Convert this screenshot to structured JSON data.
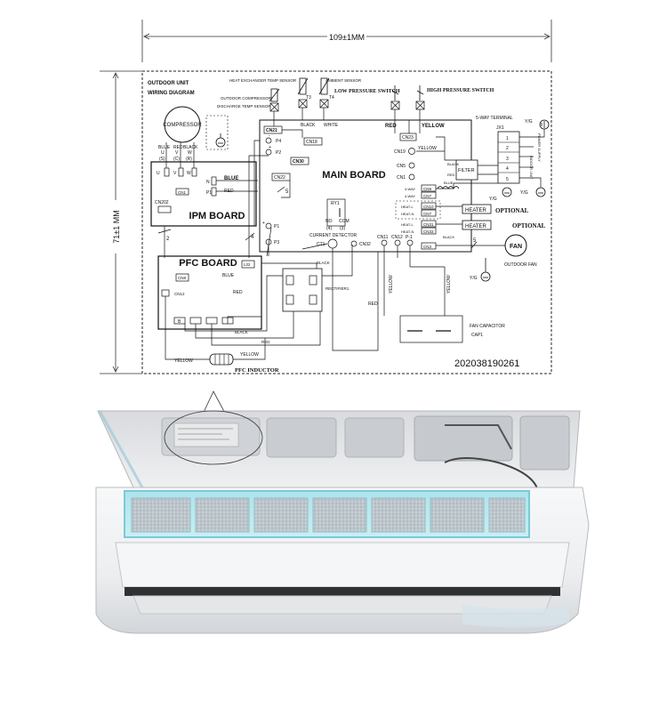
{
  "dimensions": {
    "width": "109±1MM",
    "height": "71±1 MM"
  },
  "diagram": {
    "title_line1": "OUTDOOR UNIT",
    "title_line2": "WIRING DIAGRAM",
    "serial": "202038190261",
    "labels": {
      "heat_exchanger": "HEAT EXCHANGER TEMP SENSOR",
      "ambient": "AMBIENT SENSOR",
      "discharge_1": "OUTDOOR COMPRESSOR",
      "discharge_2": "DISCHARGE TEMP SENSOR",
      "t3": "T3",
      "t4": "T4",
      "low_pressure": "LOW PRESSURE SWITCH",
      "high_pressure": "HIGH PRESSURE SWITCH",
      "compressor": "COMPRESSOR",
      "black": "BLACK",
      "white": "WHITE",
      "red": "RED",
      "yellow": "YELLOW",
      "blue": "BLUE",
      "terminal": "5-WAY TERMINAL",
      "jx1": "JX1",
      "yg": "Y/G",
      "power_supply": "POWER SUPPLY",
      "indoor_unit": "INDOOR UNIT",
      "main_board": "MAIN BOARD",
      "ipm_board": "IPM BOARD",
      "pfc_board": "PFC BOARD",
      "pfc_inductor": "PFC INDUCTOR",
      "rectifier": "RECTIFIER1",
      "current_detector": "CURRENT DETECTOR",
      "filter": "FILTER",
      "heater": "HEATER",
      "optional": "OPTIONAL",
      "fan": "FAN",
      "outdoor_fan": "OUTDOOR FAN",
      "fan_capacitor_1": "FAN CAPACITOR",
      "fan_capacitor_2": "CAP1",
      "ry1": "RY1",
      "no": "NO",
      "com": "COM",
      "no_pin": "(4)",
      "com_pin": "(3)",
      "p4": "P4",
      "p2": "P2",
      "p1": "P1",
      "p3": "P3",
      "cn21": "CN21",
      "cn18": "CN18",
      "cn23": "CN23",
      "cn30": "CN30",
      "cn22": "CN22",
      "cn19": "CN19",
      "cn5": "CN5",
      "cn1_main": "CN1",
      "cn9": "CN9",
      "cn7a": "CN7",
      "cn10": "CN10",
      "cn7b": "CN7",
      "cn31": "CN31",
      "cn33": "CN33",
      "cn3": "CN3",
      "cn11": "CN11",
      "cn12": "CN12",
      "p_1": "P-1",
      "ct1": "CT1",
      "cn32": "CN32",
      "cn202": "CN202",
      "cn1_ipm": "CN1",
      "cn8": "CN8",
      "cn12_pfc": "CN12",
      "l02": "L02",
      "four_way_1": "4-WAY",
      "four_way_2": "4-WAY",
      "heat_l1": "HEAT-L",
      "heat_n1": "HEAT-N",
      "heat_l2": "HEAT-L",
      "heat_n2": "HEAT-N",
      "u": "U",
      "v": "V",
      "w": "W",
      "us": "(S)",
      "vc": "(C)",
      "wr": "(R)",
      "num2": "2",
      "num4": "4",
      "num5a": "5",
      "num5b": "5",
      "plus": "+",
      "minus": "-",
      "n": "N",
      "l": "L",
      "terminal_nums": [
        "1",
        "2",
        "3",
        "4",
        "5"
      ],
      "b": "B"
    }
  }
}
